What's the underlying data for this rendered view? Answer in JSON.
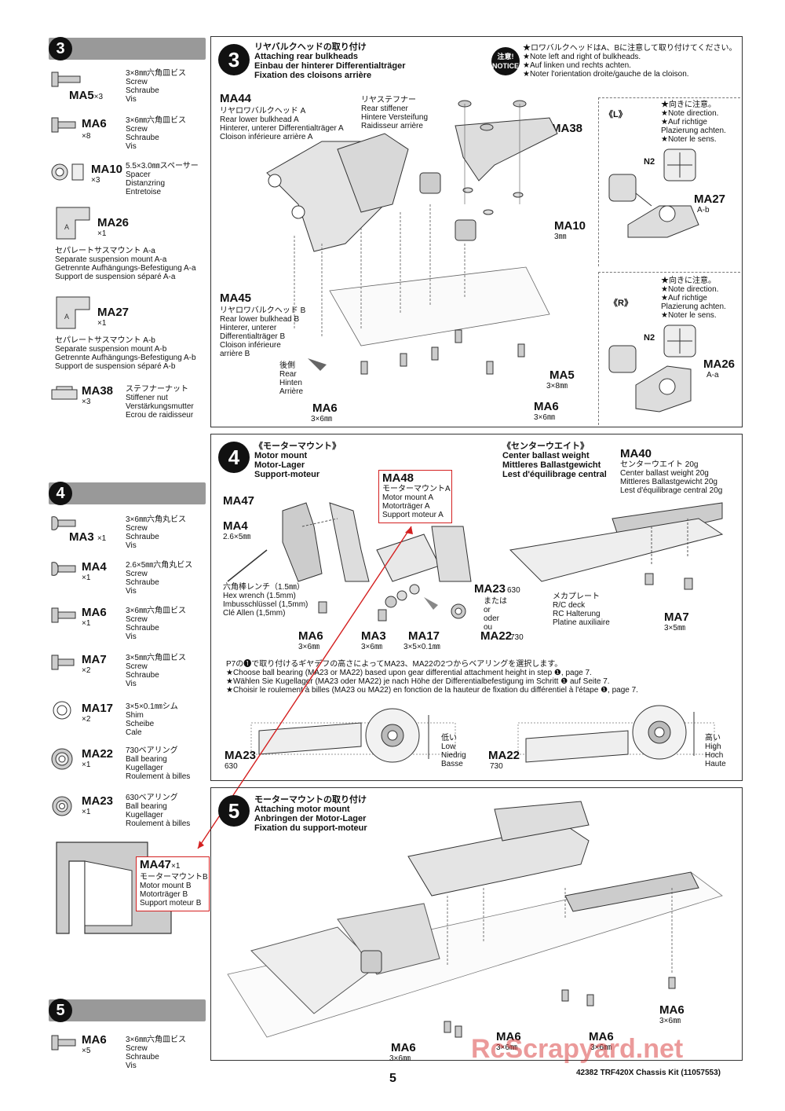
{
  "sidebar": {
    "step3": {
      "number": "3",
      "parts": [
        {
          "code": "MA5",
          "qty": "×3",
          "desc": "3×8㎜六角皿ビス\nScrew\nSchraube\nVis"
        },
        {
          "code": "MA6",
          "qty": "×8",
          "desc": "3×6㎜六角皿ビス\nScrew\nSchraube\nVis"
        },
        {
          "code": "MA10",
          "qty": "×3",
          "desc": "5.5×3.0㎜スペーサー\nSpacer\nDistanzring\nEntretoise"
        },
        {
          "code": "MA26",
          "qty": "×1",
          "desc": "セパレートサスマウント A-a\nSeparate suspension mount A-a\nGetrennte Aufhängungs-Befestigung A-a\nSupport de suspension séparé A-a"
        },
        {
          "code": "MA27",
          "qty": "×1",
          "desc": "セパレートサスマウント A-b\nSeparate suspension mount A-b\nGetrennte Aufhängungs-Befestigung A-b\nSupport de suspension séparé A-b"
        },
        {
          "code": "MA38",
          "qty": "×3",
          "desc": "ステフナーナット\nStiffener nut\nVerstärkungsmutter\nEcrou de raidisseur"
        }
      ]
    },
    "step4": {
      "number": "4",
      "parts": [
        {
          "code": "MA3",
          "qty": "×1",
          "desc": "3×6㎜六角丸ビス\nScrew\nSchraube\nVis"
        },
        {
          "code": "MA4",
          "qty": "×1",
          "desc": "2.6×5㎜六角丸ビス\nScrew\nSchraube\nVis"
        },
        {
          "code": "MA6",
          "qty": "×1",
          "desc": "3×6㎜六角皿ビス\nScrew\nSchraube\nVis"
        },
        {
          "code": "MA7",
          "qty": "×2",
          "desc": "3×5㎜六角皿ビス\nScrew\nSchraube\nVis"
        },
        {
          "code": "MA17",
          "qty": "×2",
          "desc": "3×5×0.1㎜シム\nShim\nScheibe\nCale"
        },
        {
          "code": "MA22",
          "qty": "×1",
          "desc": "730ベアリング\nBall bearing\nKugellager\nRoulement à billes"
        },
        {
          "code": "MA23",
          "qty": "×1",
          "desc": "630ベアリング\nBall bearing\nKugellager\nRoulement à billes"
        }
      ],
      "ma47": {
        "code": "MA47",
        "qty": "×1",
        "desc": "モーターマウントB\nMotor mount B\nMotorträger B\nSupport moteur B"
      }
    },
    "step5": {
      "number": "5",
      "parts": [
        {
          "code": "MA6",
          "qty": "×5",
          "desc": "3×6㎜六角皿ビス\nScrew\nSchraube\nVis"
        }
      ]
    }
  },
  "step3": {
    "number": "3",
    "title": "リヤバルクヘッドの取り付け\nAttaching rear bulkheads\nEinbau der hinterer Differentialträger\nFixation des cloisons arrière",
    "notice_badge": "注意!\nNOTICE",
    "notice": "★ロワバルクヘッドはA、Bに注意して取り付けてください。\n★Note left and right of bulkheads.\n★Auf linken und rechts achten.\n★Noter l'orientation droite/gauche de la cloison.",
    "ma44": {
      "code": "MA44",
      "desc": "リヤロワバルクヘッド A\nRear lower bulkhead A\nHinterer, unterer Differentialträger A\nCloison inférieure arrière A"
    },
    "stiffener": "リヤステフナー\nRear stiffener\nHintere Versteifung\nRaidisseur arrière",
    "ma38": "MA38",
    "ma10": "MA10",
    "ma10_size": "3㎜",
    "ma45": {
      "code": "MA45",
      "desc": "リヤロワバルクヘッド B\nRear lower bulkhead B\nHinterer, unterer\nDifferentialträger B\nCloison inférieure\narrière B"
    },
    "rear": "後側\nRear\nHinten\nArrière",
    "ma6_left": {
      "code": "MA6",
      "size": "3×6㎜"
    },
    "ma5": {
      "code": "MA5",
      "size": "3×8㎜"
    },
    "ma6_right": {
      "code": "MA6",
      "size": "3×6㎜"
    },
    "left_label": "《L》",
    "left_note": "★向きに注意。\n★Note direction.\n★Auf richtige\nPlazierung achten.\n★Noter le sens.",
    "n2": "N2",
    "ma27": {
      "code": "MA27",
      "sub": "A-b"
    },
    "right_label": "《R》",
    "right_note": "★向きに注意。\n★Note direction.\n★Auf richtige\nPlazierung achten.\n★Noter le sens.",
    "n2_r": "N2",
    "ma26": {
      "code": "MA26",
      "sub": "A-a"
    }
  },
  "step4": {
    "number": "4",
    "title": "《モーターマウント》\nMotor mount\nMotor-Lager\nSupport-moteur",
    "ma48": {
      "code": "MA48",
      "desc": "モーターマウントA\nMotor mount A\nMotorträger A\nSupport moteur A"
    },
    "ma47": "MA47",
    "ma4": {
      "code": "MA4",
      "size": "2.6×5㎜"
    },
    "wrench": "六角棒レンチ（1.5㎜）\nHex wrench (1.5mm)\nImbusschlüssel (1,5mm)\nClé Allen (1,5mm)",
    "ma6": {
      "code": "MA6",
      "size": "3×6㎜"
    },
    "ma3": {
      "code": "MA3",
      "size": "3×6㎜"
    },
    "ma17": {
      "code": "MA17",
      "size": "3×5×0.1㎜"
    },
    "ma23": {
      "code": "MA23",
      "sub": "630"
    },
    "or": "または\nor\noder\nou",
    "ma22": {
      "code": "MA22",
      "sub": "730"
    },
    "ballast_title": "《センターウエイト》\nCenter ballast weight\nMittleres Ballastgewicht\nLest d'équilibrage central",
    "ma40": {
      "code": "MA40",
      "desc": "センターウエイト 20g\nCenter ballast weight 20g\nMittleres Ballastgewicht 20g\nLest d'équilibrage central 20g"
    },
    "deck": "メカプレート\nR/C deck\nRC Halterung\nPlatine auxiliaire",
    "ma7": {
      "code": "MA7",
      "size": "3×5㎜"
    },
    "bearing_note": "P7の❶で取り付けるギヤデフの高さによってMA23、MA22の2つからベアリングを選択します。\n★Choose ball bearing (MA23 or MA22) based upon gear differential attachment height in step ❶, page 7.\n★Wählen Sie Kugellager (MA23 oder MA22) je nach Höhe der Differentialbefestigung im Schritt ❶ auf Seite 7.\n★Choisir le roulement à billes (MA23 ou MA22) en fonction de la hauteur de fixation du différentiel à l'étape ❶, page 7.",
    "low_code": "MA23",
    "low_sub": "630",
    "low": "低い\nLow\nNiedrig\nBasse",
    "high_code": "MA22",
    "high_sub": "730",
    "high": "高い\nHigh\nHoch\nHaute"
  },
  "step5": {
    "number": "5",
    "title": "モーターマウントの取り付け\nAttaching motor mount\nAnbringen der Motor-Lager\nFixation du support-moteur",
    "ma6_a": {
      "code": "MA6",
      "size": "3×6㎜"
    },
    "ma6_b": {
      "code": "MA6",
      "size": "3×6㎜"
    },
    "ma6_c": {
      "code": "MA6",
      "size": "3×6㎜"
    },
    "ma6_d": {
      "code": "MA6",
      "size": "3×6㎜"
    }
  },
  "footer": {
    "page": "5",
    "kit": "42382 TRF420X Chassis Kit (11057553)",
    "watermark": "RcScrapyard.net"
  }
}
